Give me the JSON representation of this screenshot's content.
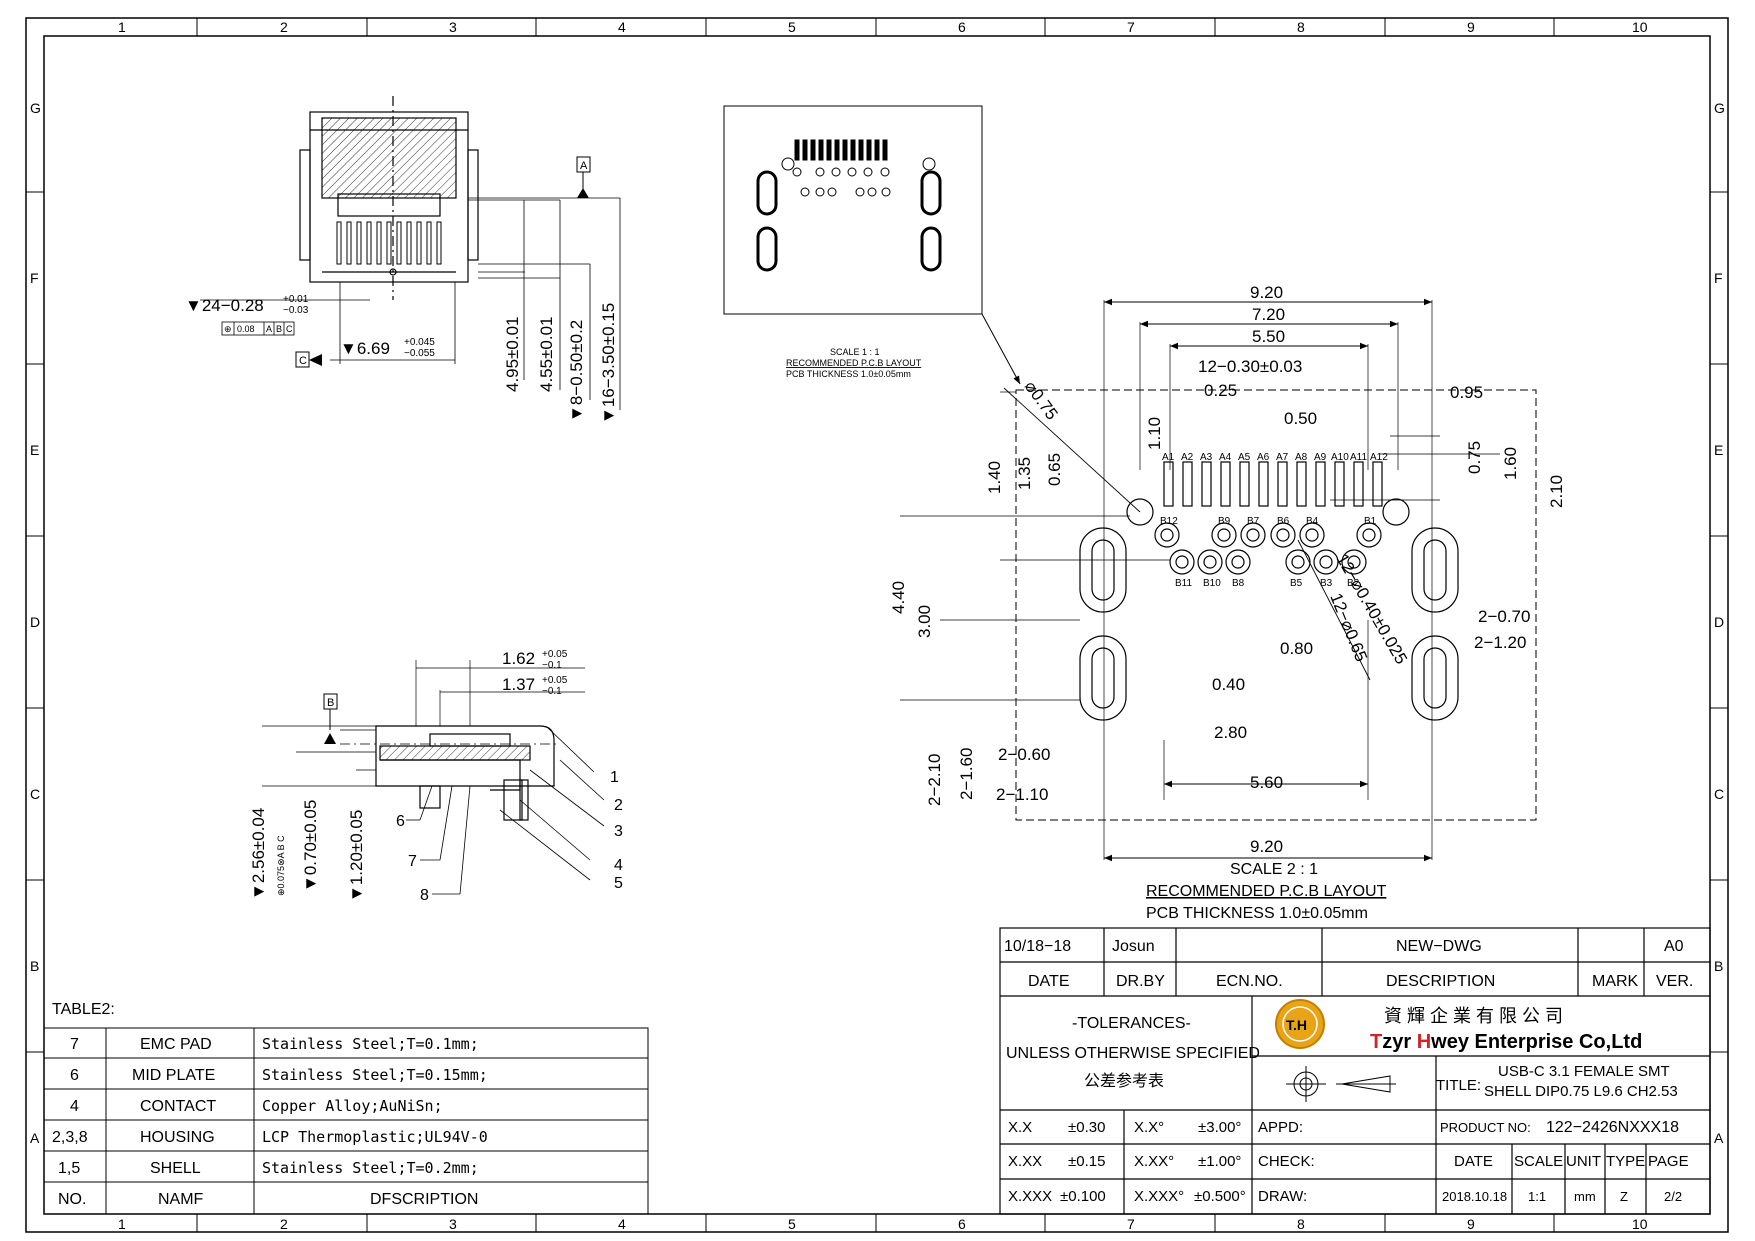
{
  "grid": {
    "columns": [
      "1",
      "2",
      "3",
      "4",
      "5",
      "6",
      "7",
      "8",
      "9",
      "10"
    ],
    "rows": [
      "G",
      "F",
      "E",
      "D",
      "C",
      "B",
      "A"
    ]
  },
  "top_view": {
    "datum_a": "A",
    "datum_c": "C",
    "dim_pin_width": "▼24−0.28",
    "dim_pin_width_tol_plus": "+0.01",
    "dim_pin_width_tol_minus": "−0.03",
    "fcf_symbol": "⊕",
    "fcf_value": "0.08",
    "fcf_ref1": "A",
    "fcf_ref2": "B",
    "fcf_ref3": "C",
    "dim_width": "▼6.69",
    "dim_width_tol_plus": "+0.045",
    "dim_width_tol_minus": "−0.055",
    "dim_v1": "4.95±0.01",
    "dim_v2": "4.55±0.01",
    "dim_v3": "▼8−0.50±0.2",
    "dim_v4": "▼16−3.50±0.15"
  },
  "small_layout": {
    "scale": "SCALE 1 : 1",
    "title": "RECOMMENDED P.C.B LAYOUT",
    "thickness": "PCB THICKNESS 1.0±0.05mm"
  },
  "pcb_layout": {
    "dims": {
      "w920_top": "9.20",
      "w720": "7.20",
      "w550": "5.50",
      "pad_pitch": "12−0.30±0.03",
      "d025": "0.25",
      "d050": "0.50",
      "d095": "0.95",
      "d110": "1.10",
      "d075_side": "0.75",
      "d160_side": "1.60",
      "d210": "2.10",
      "d140": "1.40",
      "d135": "1.35",
      "d065": "0.65",
      "dia075": "⌀0.75",
      "d440": "4.40",
      "d300": "3.00",
      "h2_070": "2−0.70",
      "h2_120": "2−1.20",
      "via1": "12−⌀0.40±0.025",
      "via2": "12−⌀0.65",
      "d080": "0.80",
      "d040": "0.40",
      "d280": "2.80",
      "d560": "5.60",
      "d2_060": "2−0.60",
      "d2_110": "2−1.10",
      "v2_210": "2−2.10",
      "v2_160": "2−1.60",
      "w920_bot": "9.20"
    },
    "pins_a": [
      "A1",
      "A2",
      "A3",
      "A4",
      "A5",
      "A6",
      "A7",
      "A8",
      "A9",
      "A10",
      "A11",
      "A12"
    ],
    "pins_b_top": [
      "B12",
      "B9",
      "B7",
      "B6",
      "B4",
      "B1"
    ],
    "pins_b_bot": [
      "B11",
      "B10",
      "B8",
      "B5",
      "B3",
      "B2"
    ],
    "scale": "SCALE 2 : 1",
    "title": "RECOMMENDED P.C.B LAYOUT",
    "thickness": "PCB THICKNESS 1.0±0.05mm"
  },
  "side_view": {
    "datum_b": "B",
    "dim1": "1.62",
    "dim1_plus": "+0.05",
    "dim1_minus": "−0.1",
    "dim2": "1.37",
    "dim2_plus": "+0.05",
    "dim2_minus": "−0.1",
    "v1": "▼2.56±0.04",
    "v1_fcf": "⊕0.075⊗A B C",
    "v2": "▼0.70±0.05",
    "v3": "▼1.20±0.05",
    "callouts": [
      "1",
      "2",
      "3",
      "4",
      "5",
      "6",
      "7",
      "8"
    ]
  },
  "bom": {
    "label": "TABLE2:",
    "rows": [
      {
        "no": "7",
        "name": "EMC PAD",
        "desc": "Stainless Steel;T=0.1mm;"
      },
      {
        "no": "6",
        "name": "MID PLATE",
        "desc": "Stainless Steel;T=0.15mm;"
      },
      {
        "no": "4",
        "name": "CONTACT",
        "desc": "Copper Alloy;AuNiSn;"
      },
      {
        "no": "2,3,8",
        "name": "HOUSING",
        "desc": "LCP Thermoplastic;UL94V-0"
      },
      {
        "no": "1,5",
        "name": "SHELL",
        "desc": "Stainless Steel;T=0.2mm;"
      }
    ],
    "header": {
      "no": "NO.",
      "name": "NAMF",
      "desc": "DFSCRIPTION"
    }
  },
  "title_block": {
    "rev_date": "10/18−18",
    "rev_by": "Josun",
    "rev_desc": "NEW−DWG",
    "rev_ver": "A0",
    "h_date": "DATE",
    "h_drby": "DR.BY",
    "h_ecn": "ECN.NO.",
    "h_desc": "DESCRIPTION",
    "h_mark": "MARK",
    "h_ver": "VER.",
    "tol_title": "-TOLERANCES-",
    "tol_sub": "UNLESS OTHERWISE SPECIFIED",
    "tol_cn": "公差参考表",
    "logo": "T.H",
    "company_cn": "資 輝 企 業 有 限 公 司",
    "company_t": "T",
    "company_zyr": "zyr ",
    "company_h": "H",
    "company_rest": "wey Enterprise Co,Ltd",
    "title_label": "TITLE:",
    "title1": "USB-C 3.1 FEMALE SMT",
    "title2": "SHELL DIP0.75 L9.6 CH2.53",
    "tolerances": [
      {
        "k": "X.X",
        "v": "±0.30",
        "ka": "X.X°",
        "va": "±3.00°"
      },
      {
        "k": "X.XX",
        "v": "±0.15",
        "ka": "X.XX°",
        "va": "±1.00°"
      },
      {
        "k": "X.XXX",
        "v": "±0.100",
        "ka": "X.XXX°",
        "va": "±0.500°"
      }
    ],
    "appd": "APPD:",
    "check": "CHECK:",
    "draw": "DRAW:",
    "product_label": "PRODUCT NO:",
    "product_no": "122−2426NXXX18",
    "h2_date": "DATE",
    "h2_scale": "SCALE",
    "h2_unit": "UNIT",
    "h2_type": "TYPE",
    "h2_page": "PAGE",
    "v_date": "2018.10.18",
    "v_scale": "1:1",
    "v_unit": "mm",
    "v_type": "Z",
    "v_page": "2/2"
  }
}
